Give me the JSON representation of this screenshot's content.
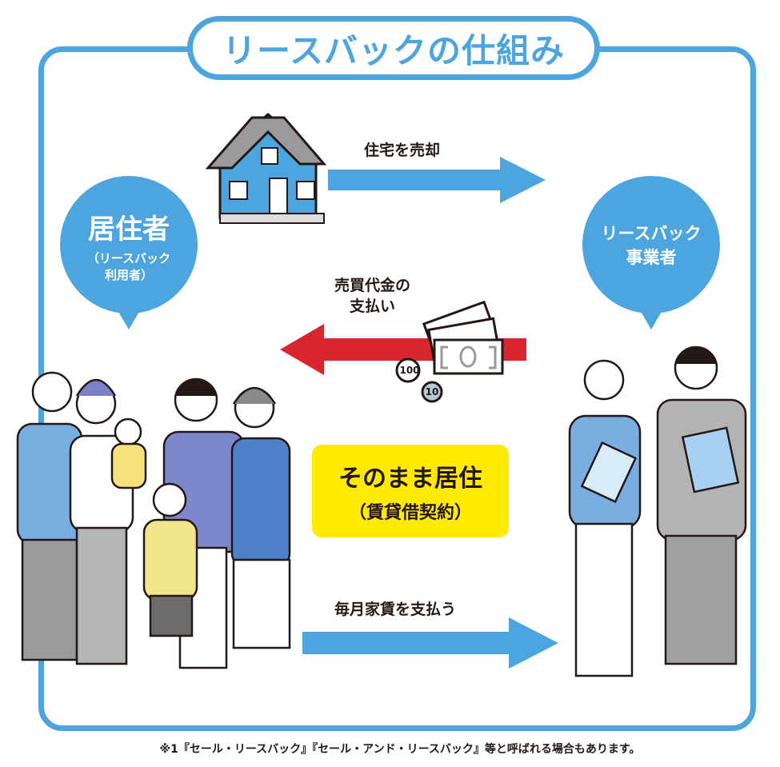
{
  "title": "リースバックの仕組み",
  "resident": {
    "name": "居住者",
    "sub": "（リースバック利用者）",
    "sub1": "（リースバック",
    "sub2": "利用者）"
  },
  "operator": {
    "line1": "リースバック",
    "line2": "事業者"
  },
  "flows": {
    "sell_house": "住宅を売却",
    "payment_line1": "売買代金の",
    "payment_line2": "支払い",
    "monthly_rent": "毎月家賃を支払う"
  },
  "coins": [
    "100",
    "10"
  ],
  "center_box": {
    "main": "そのまま居住",
    "sub": "（賃貸借契約）"
  },
  "footnote": "※1『セール・リースバック』『セール・アンド・リースバック』等と呼ばれる場合もあります。",
  "colors": {
    "blue": "#4ca5df",
    "red": "#d9262e",
    "yellow": "#ffea00"
  }
}
